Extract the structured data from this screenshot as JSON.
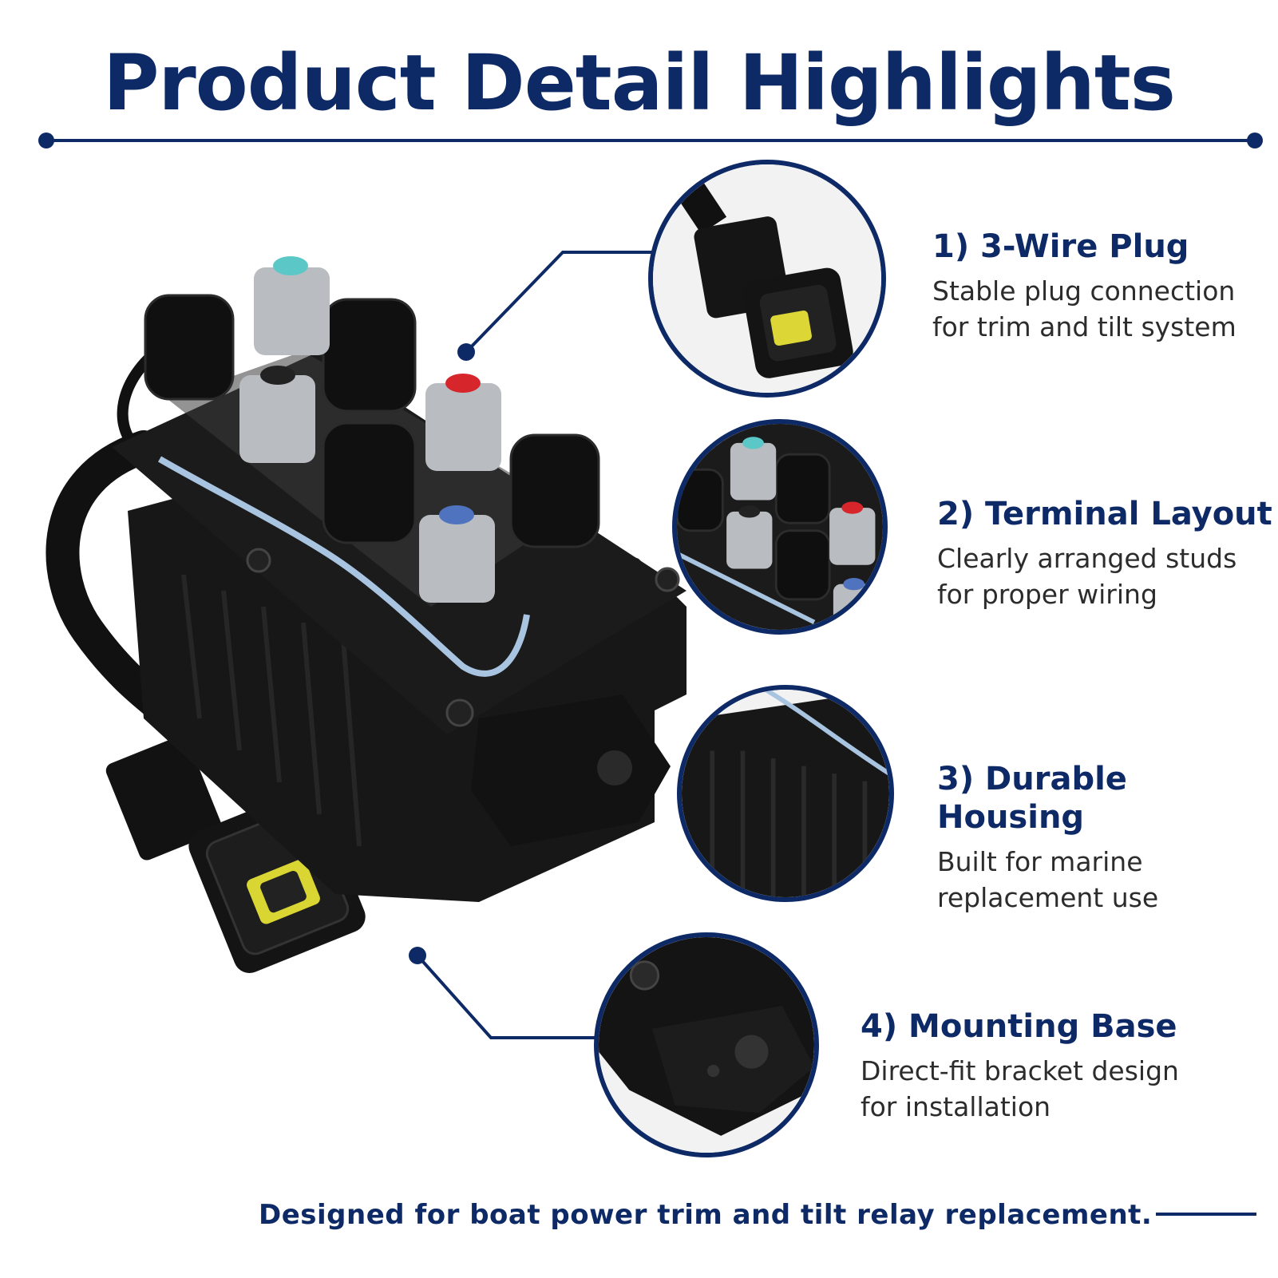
{
  "colors": {
    "navy": "#0e2a66",
    "text_gray": "#2c2c2c"
  },
  "title": "Product Detail Highlights",
  "features": [
    {
      "title": "1) 3-Wire Plug",
      "description": "Stable plug connection for trim and tilt system",
      "icon": "wire-plug-closeup"
    },
    {
      "title": "2) Terminal Layout",
      "description": "Clearly arranged studs for proper wiring",
      "icon": "terminal-studs-closeup"
    },
    {
      "title": "3) Durable Housing",
      "description": "Built for marine replacement use",
      "icon": "housing-closeup"
    },
    {
      "title": "4) Mounting Base",
      "description": "Direct-fit bracket design for installation",
      "icon": "mounting-base-closeup"
    }
  ],
  "footer": "Designed for boat power trim and tilt relay replacement."
}
